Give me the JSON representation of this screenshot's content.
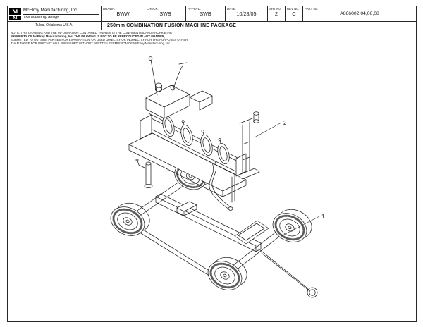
{
  "title_block": {
    "logo_letter_top": "M",
    "logo_letter_bottom": "M",
    "company": "McElroy Manufacturing, Inc.",
    "tagline": "The leader by design.",
    "location": "Tulsa, Oklahoma U.S.A.",
    "fields": [
      {
        "label": "DRAWN:",
        "value": "BWW"
      },
      {
        "label": "CHECK:",
        "value": "SWB"
      },
      {
        "label": "APPRVD:",
        "value": "SWB"
      },
      {
        "label": "DATE:",
        "value": "10/28/05"
      }
    ],
    "sheet": {
      "label": "SHT No.",
      "value": "2"
    },
    "revision": {
      "label": "REV No.",
      "value": "C"
    },
    "part": {
      "label": "PART No.",
      "value": "A866002,04,06,08"
    },
    "drawing_title": "250mm COMBINATION FUSION MACHINE PACKAGE"
  },
  "note_lines": [
    "NOTE: THIS DRAWING AND THE INFORMATION CONTAINED THEREIN IS THE CONFIDENTIAL AND PROPRIETARY",
    "PROPERTY OF McElroy Manufacturing, Inc. THE DRAWING IS NOT TO BE REPRODUCED IN ANY MANNER,",
    "SUBMITTED TO OUTSIDE PARTIES FOR EXAMINATION, OR USED DIRECTLY OR INDIRECTLY FOR THE PURPOSES OTHER",
    "THAN THOSE FOR WHICH IT WAS FURNISHED WITHOUT WRITTEN PERMISSION OF McElroy Manufacturing, Inc."
  ],
  "callouts": [
    {
      "number": "2"
    },
    {
      "number": "1"
    }
  ]
}
